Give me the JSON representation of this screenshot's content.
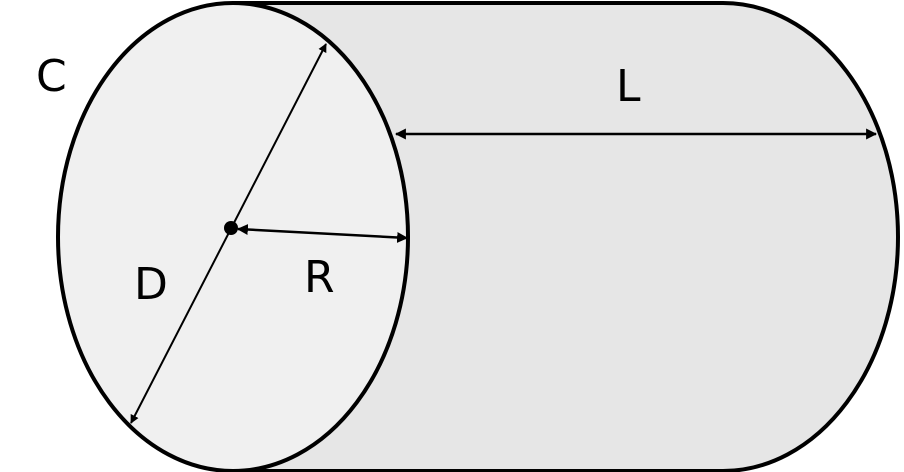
{
  "labels": {
    "circumference": "C",
    "length": "L",
    "diameter": "D",
    "radius": "R"
  },
  "colors": {
    "body_fill": "#e6e6e6",
    "face_fill": "#f0f0f0",
    "stroke": "#000000",
    "background": "#ffffff"
  }
}
